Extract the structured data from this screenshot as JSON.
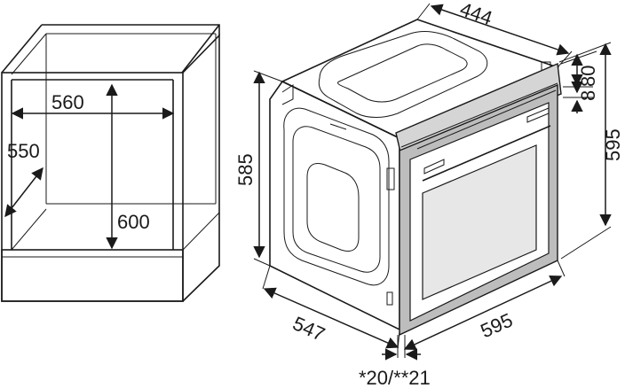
{
  "cabinet": {
    "width_label": "560",
    "depth_label": "550",
    "height_label": "600"
  },
  "oven": {
    "top_depth_label": "444",
    "body_height_label": "585",
    "front_height_label": "595",
    "panel_label_a": "80",
    "panel_label_b": "8",
    "side_depth_label": "547",
    "front_width_label": "595",
    "note_label": "*20/**21"
  }
}
